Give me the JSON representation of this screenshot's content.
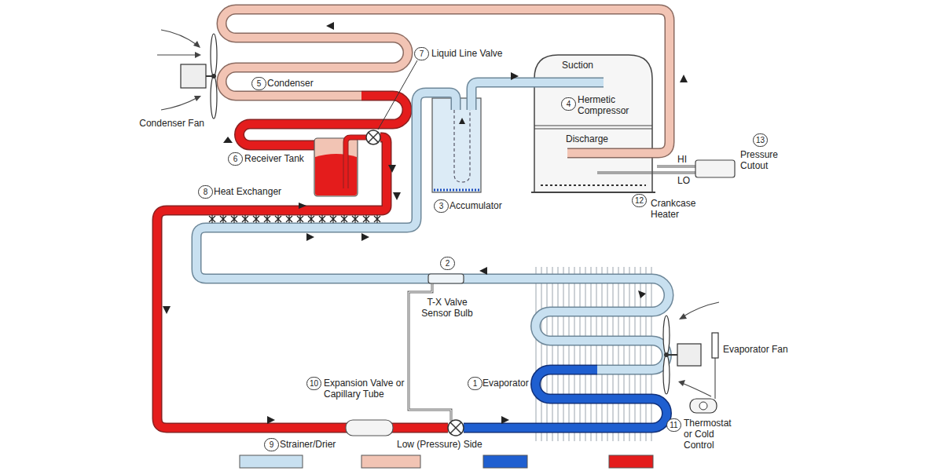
{
  "diagram": {
    "nodes": [
      {
        "text": [
          "Suction",
          "Hermetic Compressor",
          "Discharge"
        ]
      }
    ],
    "labels": [
      "Condenser Fan",
      "5",
      "Condenser",
      "7",
      "Liquid Line Valve",
      "4",
      "13",
      "Pressure Cutout",
      "HI",
      "LO",
      "6",
      "Receiver Tank",
      "8",
      "Heat Exchanger",
      "3",
      "Accumulator",
      "12",
      "Crankcase Heater",
      "2",
      "T-X Valve Sensor Bulb",
      "Evaporator Fan",
      "10",
      "Expansion Valve or Capillary Tube",
      "1",
      "Evaporator",
      "11",
      "Thermostat or Cold Control",
      "9",
      "Strainer/Drier",
      "Low (Pressure) Side"
    ]
  }
}
